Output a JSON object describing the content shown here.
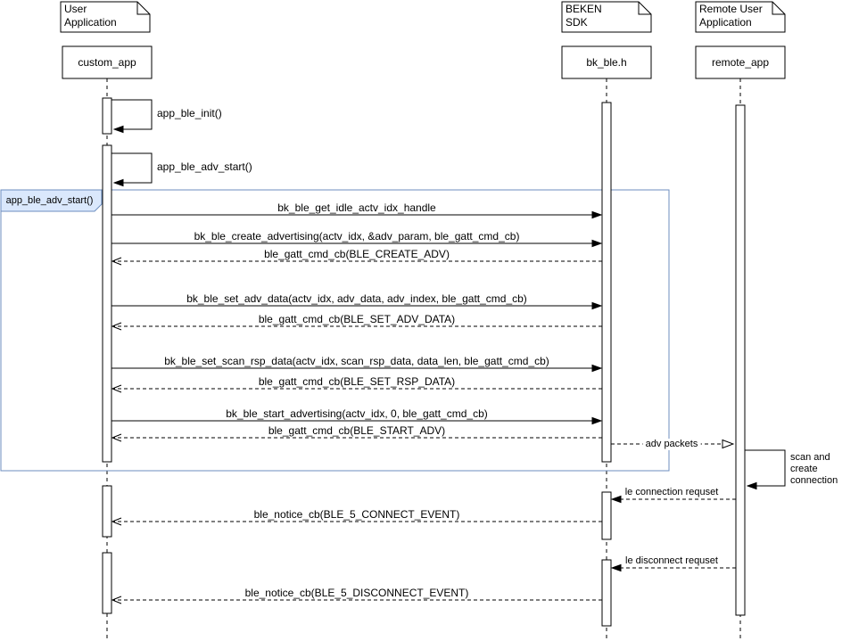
{
  "participants": [
    {
      "note": "User\nApplication",
      "name": "custom_app"
    },
    {
      "note": "BEKEN\nSDK",
      "name": "bk_ble.h"
    },
    {
      "note": "Remote User\nApplication",
      "name": "remote_app"
    }
  ],
  "fragment": {
    "label": "app_ble_adv_start()"
  },
  "self_messages": [
    {
      "label": "app_ble_init()"
    },
    {
      "label": "app_ble_adv_start()"
    },
    {
      "label": "scan and\ncreate connection"
    }
  ],
  "messages": [
    {
      "label": "bk_ble_get_idle_actv_idx_handle",
      "type": "call"
    },
    {
      "label": "bk_ble_create_advertising(actv_idx, &adv_param, ble_gatt_cmd_cb)",
      "type": "call"
    },
    {
      "label": "ble_gatt_cmd_cb(BLE_CREATE_ADV)",
      "type": "return"
    },
    {
      "label": "bk_ble_set_adv_data(actv_idx, adv_data, adv_index, ble_gatt_cmd_cb)",
      "type": "call"
    },
    {
      "label": "ble_gatt_cmd_cb(BLE_SET_ADV_DATA)",
      "type": "return"
    },
    {
      "label": "bk_ble_set_scan_rsp_data(actv_idx, scan_rsp_data, data_len, ble_gatt_cmd_cb)",
      "type": "call"
    },
    {
      "label": "ble_gatt_cmd_cb(BLE_SET_RSP_DATA)",
      "type": "return"
    },
    {
      "label": "bk_ble_start_advertising(actv_idx, 0, ble_gatt_cmd_cb)",
      "type": "call"
    },
    {
      "label": "ble_gatt_cmd_cb(BLE_START_ADV)",
      "type": "return"
    },
    {
      "label": "adv packets",
      "type": "async"
    },
    {
      "label": "le connection requset",
      "type": "request"
    },
    {
      "label": "ble_notice_cb(BLE_5_CONNECT_EVENT)",
      "type": "callback"
    },
    {
      "label": "le disconnect requset",
      "type": "request"
    },
    {
      "label": "ble_notice_cb(BLE_5_DISCONNECT_EVENT)",
      "type": "callback"
    }
  ],
  "colors": {
    "line": "#000000",
    "fragment_border": "#6c8ebf",
    "fragment_fill": "#dae8fc",
    "background": "#ffffff"
  }
}
